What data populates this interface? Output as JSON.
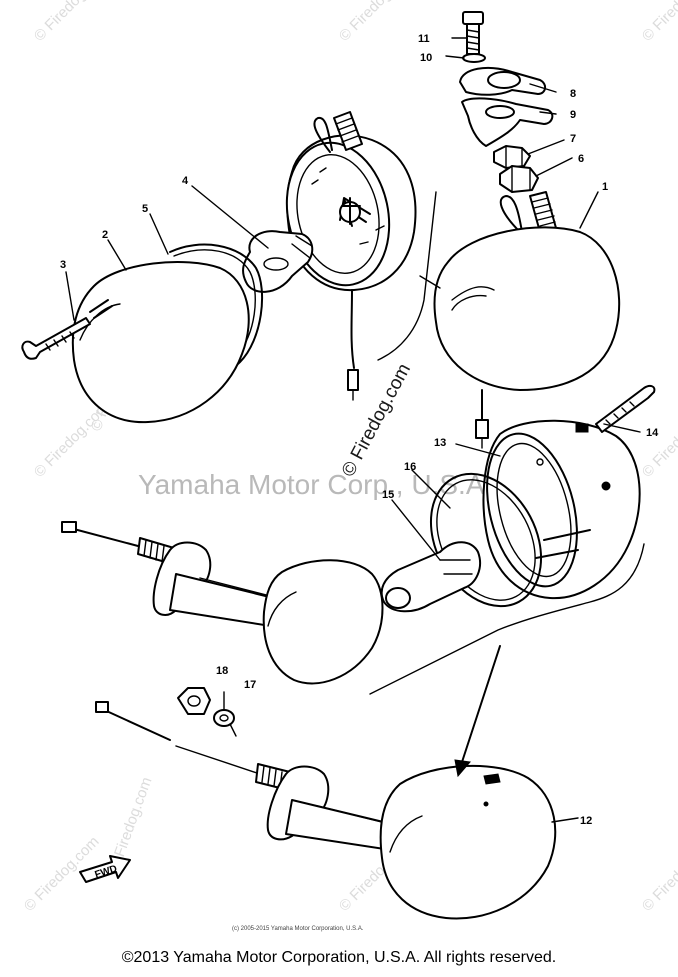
{
  "watermarks": {
    "firedog_small": "© Firedog.com",
    "firedog_center": "© Firedog.com",
    "yamaha": "Yamaha Motor Corp., U.S.A."
  },
  "diagram": {
    "credit_small": "(c) 2005-2015 Yamaha Motor Corporation, U.S.A.",
    "fwd_label": "FWD",
    "callouts": [
      {
        "id": "1",
        "label": "1"
      },
      {
        "id": "2",
        "label": "2"
      },
      {
        "id": "3",
        "label": "3"
      },
      {
        "id": "4",
        "label": "4"
      },
      {
        "id": "5",
        "label": "5"
      },
      {
        "id": "6",
        "label": "6"
      },
      {
        "id": "7",
        "label": "7"
      },
      {
        "id": "8",
        "label": "8"
      },
      {
        "id": "9",
        "label": "9"
      },
      {
        "id": "10",
        "label": "10"
      },
      {
        "id": "11",
        "label": "11"
      },
      {
        "id": "12",
        "label": "12"
      },
      {
        "id": "13",
        "label": "13"
      },
      {
        "id": "14",
        "label": "14"
      },
      {
        "id": "15",
        "label": "15"
      },
      {
        "id": "16",
        "label": "16"
      },
      {
        "id": "17",
        "label": "17"
      },
      {
        "id": "18",
        "label": "18"
      }
    ]
  },
  "footer": {
    "copyright": "©2013 Yamaha Motor Corporation, U.S.A. All rights reserved."
  }
}
